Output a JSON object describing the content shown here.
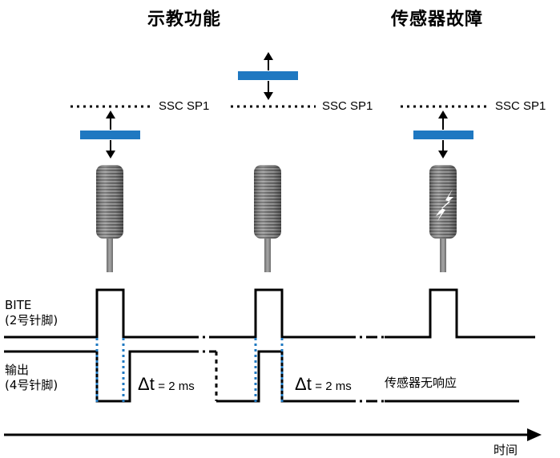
{
  "titles": {
    "teach": "示教功能",
    "fault": "传感器故障"
  },
  "sp_label": "SSC SP1",
  "signals": {
    "bite_name": "BITE",
    "bite_pin": "(2号针脚)",
    "output_name": "输出",
    "output_pin": "(4号针脚)"
  },
  "timing": {
    "delta_symbol": "Δt",
    "delta_value": "= 2 ms",
    "no_response": "传感器无响应"
  },
  "axis": {
    "time_label": "时间"
  },
  "colors": {
    "target_bar": "#1f78c1",
    "dotted_marker": "#1f78c1",
    "sensor_body": "#7a7a7a",
    "line": "#000000"
  }
}
